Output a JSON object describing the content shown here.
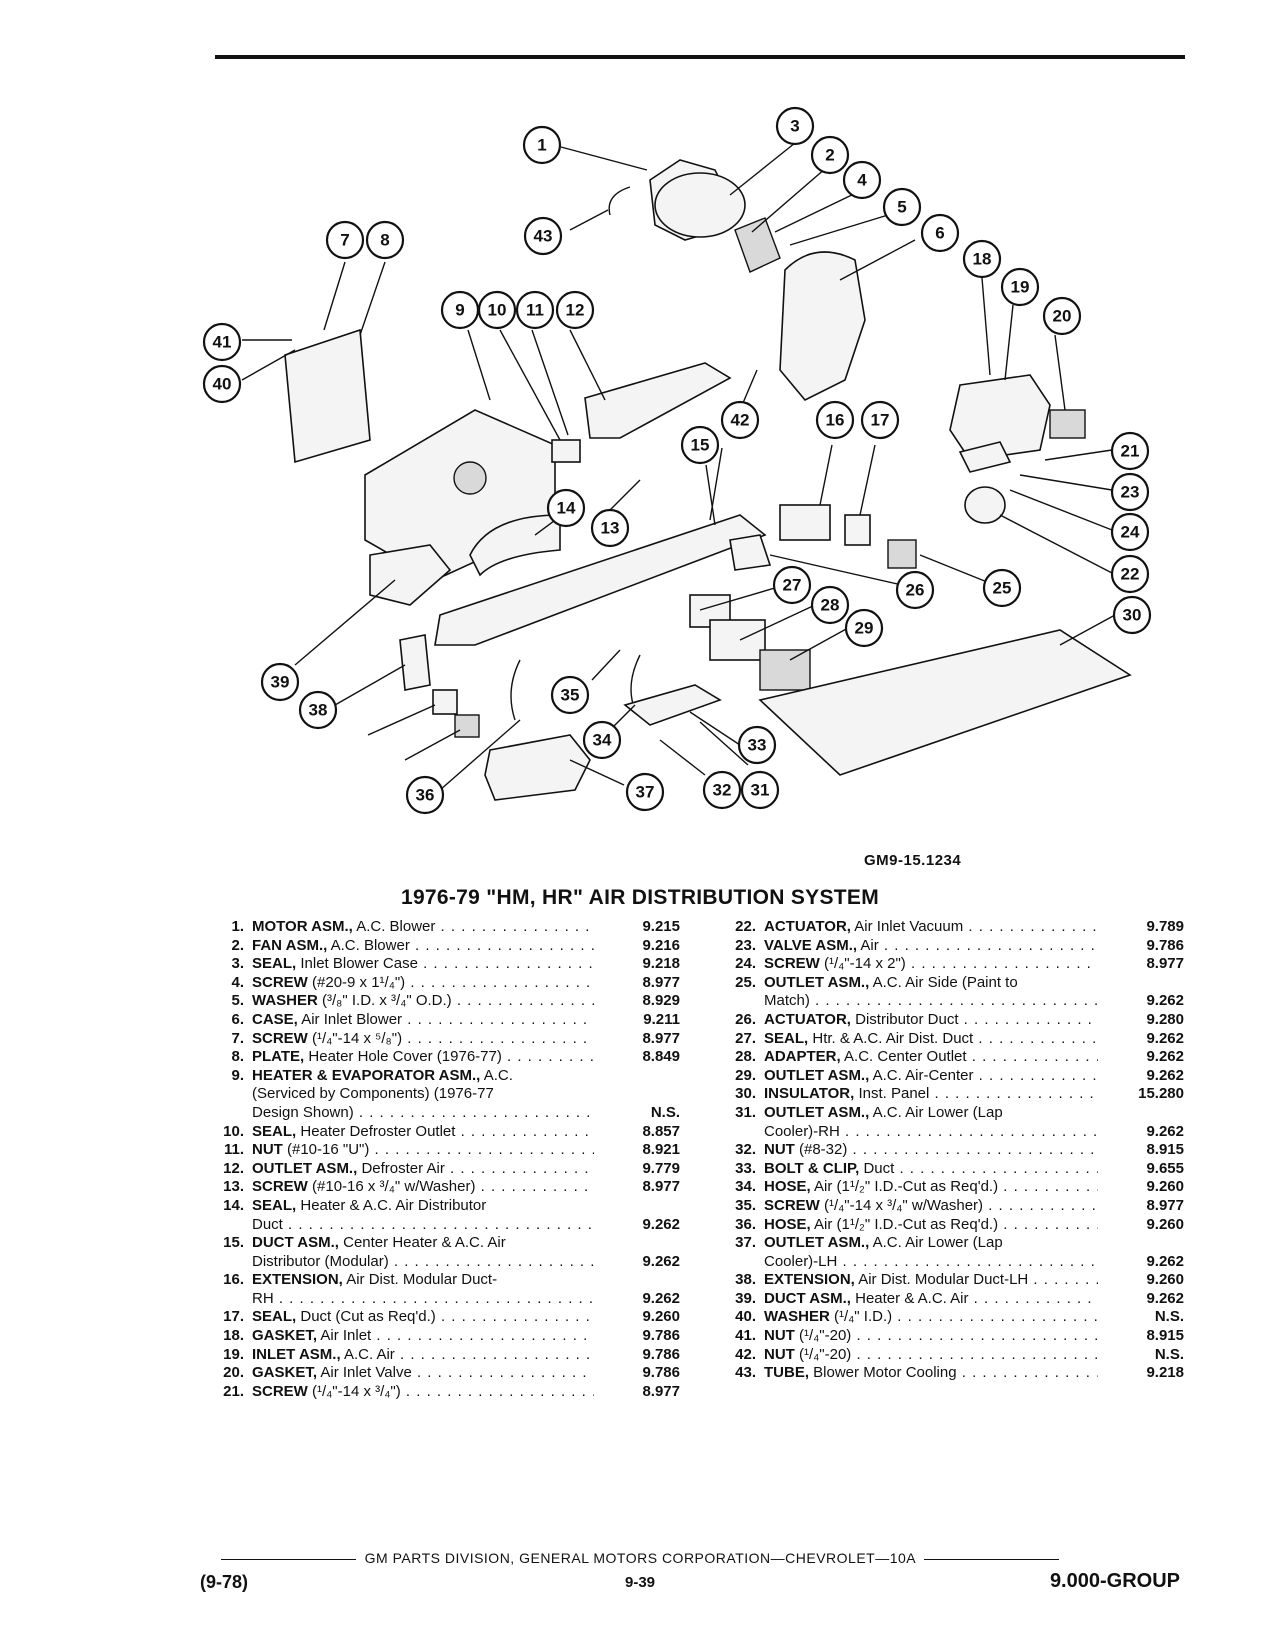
{
  "figure_code": "GM9-15.1234",
  "title": "1976-79 \"HM, HR\" AIR DISTRIBUTION SYSTEM",
  "callouts": [
    "1",
    "2",
    "3",
    "4",
    "5",
    "6",
    "7",
    "8",
    "9",
    "10",
    "11",
    "12",
    "13",
    "14",
    "15",
    "16",
    "17",
    "18",
    "19",
    "20",
    "21",
    "22",
    "23",
    "24",
    "25",
    "26",
    "27",
    "28",
    "29",
    "30",
    "31",
    "32",
    "33",
    "34",
    "35",
    "36",
    "37",
    "38",
    "39",
    "40",
    "41",
    "42",
    "43"
  ],
  "parts_left": [
    {
      "num": "1.",
      "name": "MOTOR ASM.,",
      "desc": "A.C. Blower",
      "group": "9.215"
    },
    {
      "num": "2.",
      "name": "FAN ASM.,",
      "desc": "A.C. Blower",
      "group": "9.216"
    },
    {
      "num": "3.",
      "name": "SEAL,",
      "desc": "Inlet Blower Case",
      "group": "9.218"
    },
    {
      "num": "4.",
      "name": "SCREW",
      "desc": "(#20-9 x 1¹/₄\")",
      "group": "8.977"
    },
    {
      "num": "5.",
      "name": "WASHER",
      "desc": "(³/₈\" I.D. x ³/₄\" O.D.)",
      "group": "8.929"
    },
    {
      "num": "6.",
      "name": "CASE,",
      "desc": "Air Inlet Blower",
      "group": "9.211"
    },
    {
      "num": "7.",
      "name": "SCREW",
      "desc": "(¹/₄\"-14 x ⁵/₈\")",
      "group": "8.977"
    },
    {
      "num": "8.",
      "name": "PLATE,",
      "desc": "Heater Hole Cover (1976-77)",
      "group": "8.849"
    },
    {
      "num": "9.",
      "name": "HEATER & EVAPORATOR ASM.,",
      "desc": "A.C.",
      "group": "",
      "cont": [
        "(Serviced by Components) (1976-77"
      ],
      "last": "Design Shown)",
      "lastgroup": "N.S."
    },
    {
      "num": "10.",
      "name": "SEAL,",
      "desc": "Heater Defroster Outlet",
      "group": "8.857"
    },
    {
      "num": "11.",
      "name": "NUT",
      "desc": "(#10-16 \"U\")",
      "group": "8.921"
    },
    {
      "num": "12.",
      "name": "OUTLET ASM.,",
      "desc": "Defroster Air",
      "group": "9.779"
    },
    {
      "num": "13.",
      "name": "SCREW",
      "desc": "(#10-16 x ³/₄\" w/Washer)",
      "group": "8.977"
    },
    {
      "num": "14.",
      "name": "SEAL,",
      "desc": "Heater & A.C. Air Distributor",
      "group": "",
      "last": "Duct",
      "lastgroup": "9.262"
    },
    {
      "num": "15.",
      "name": "DUCT ASM.,",
      "desc": "Center Heater & A.C. Air",
      "group": "",
      "last": "Distributor (Modular)",
      "lastgroup": "9.262"
    },
    {
      "num": "16.",
      "name": "EXTENSION,",
      "desc": "Air Dist. Modular Duct-",
      "group": "",
      "last": "RH",
      "lastgroup": "9.262"
    },
    {
      "num": "17.",
      "name": "SEAL,",
      "desc": "Duct (Cut as Req'd.)",
      "group": "9.260"
    },
    {
      "num": "18.",
      "name": "GASKET,",
      "desc": "Air Inlet",
      "group": "9.786"
    },
    {
      "num": "19.",
      "name": "INLET ASM.,",
      "desc": "A.C. Air",
      "group": "9.786"
    },
    {
      "num": "20.",
      "name": "GASKET,",
      "desc": "Air Inlet Valve",
      "group": "9.786"
    },
    {
      "num": "21.",
      "name": "SCREW",
      "desc": "(¹/₄\"-14 x ³/₄\")",
      "group": "8.977"
    }
  ],
  "parts_right": [
    {
      "num": "22.",
      "name": "ACTUATOR,",
      "desc": "Air Inlet Vacuum",
      "group": "9.789"
    },
    {
      "num": "23.",
      "name": "VALVE ASM.,",
      "desc": "Air",
      "group": "9.786"
    },
    {
      "num": "24.",
      "name": "SCREW",
      "desc": "(¹/₄\"-14 x 2\")",
      "group": "8.977"
    },
    {
      "num": "25.",
      "name": "OUTLET ASM.,",
      "desc": "A.C. Air Side (Paint to",
      "group": "",
      "last": "Match)",
      "lastgroup": "9.262"
    },
    {
      "num": "26.",
      "name": "ACTUATOR,",
      "desc": "Distributor Duct",
      "group": "9.280"
    },
    {
      "num": "27.",
      "name": "SEAL,",
      "desc": "Htr. & A.C. Air Dist. Duct",
      "group": "9.262"
    },
    {
      "num": "28.",
      "name": "ADAPTER,",
      "desc": "A.C. Center Outlet",
      "group": "9.262"
    },
    {
      "num": "29.",
      "name": "OUTLET ASM.,",
      "desc": "A.C. Air-Center",
      "group": "9.262"
    },
    {
      "num": "30.",
      "name": "INSULATOR,",
      "desc": "Inst. Panel",
      "group": "15.280"
    },
    {
      "num": "31.",
      "name": "OUTLET ASM.,",
      "desc": "A.C. Air Lower (Lap",
      "group": "",
      "last": "Cooler)-RH",
      "lastgroup": "9.262"
    },
    {
      "num": "32.",
      "name": "NUT",
      "desc": "(#8-32)",
      "group": "8.915"
    },
    {
      "num": "33.",
      "name": "BOLT & CLIP,",
      "desc": "Duct",
      "group": "9.655"
    },
    {
      "num": "34.",
      "name": "HOSE,",
      "desc": "Air (1¹/₂\" I.D.-Cut as Req'd.)",
      "group": "9.260"
    },
    {
      "num": "35.",
      "name": "SCREW",
      "desc": "(¹/₄\"-14 x ³/₄\" w/Washer)",
      "group": "8.977"
    },
    {
      "num": "36.",
      "name": "HOSE,",
      "desc": "Air (1¹/₂\" I.D.-Cut as Req'd.)",
      "group": "9.260"
    },
    {
      "num": "37.",
      "name": "OUTLET ASM.,",
      "desc": "A.C. Air Lower (Lap",
      "group": "",
      "last": "Cooler)-LH",
      "lastgroup": "9.262"
    },
    {
      "num": "38.",
      "name": "EXTENSION,",
      "desc": "Air Dist. Modular Duct-LH",
      "group": "9.260"
    },
    {
      "num": "39.",
      "name": "DUCT ASM.,",
      "desc": "Heater & A.C. Air",
      "group": "9.262"
    },
    {
      "num": "40.",
      "name": "WASHER",
      "desc": "(¹/₄\" I.D.)",
      "group": "N.S."
    },
    {
      "num": "41.",
      "name": "NUT",
      "desc": "(¹/₄\"-20)",
      "group": "8.915"
    },
    {
      "num": "42.",
      "name": "NUT",
      "desc": "(¹/₄\"-20)",
      "group": "N.S."
    },
    {
      "num": "43.",
      "name": "TUBE,",
      "desc": "Blower Motor Cooling",
      "group": "9.218"
    }
  ],
  "footer": {
    "division": "GM PARTS DIVISION, GENERAL MOTORS CORPORATION—CHEVROLET—10A",
    "date": "(9-78)",
    "page": "9-39",
    "group": "9.000-GROUP"
  }
}
